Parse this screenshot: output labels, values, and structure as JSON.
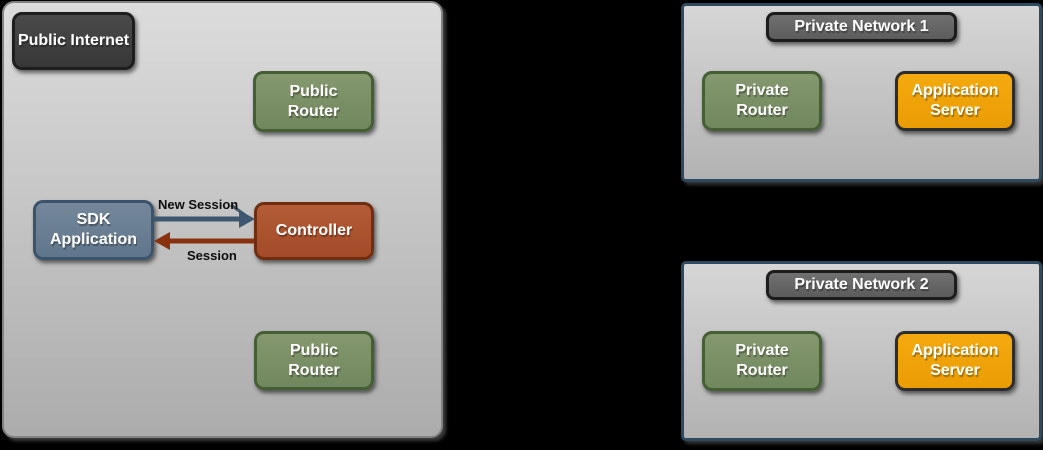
{
  "public_zone": {
    "label": "Public Internet",
    "nodes": {
      "public_router_top": "Public\nRouter",
      "sdk_application": "SDK\nApplication",
      "controller": "Controller",
      "public_router_bottom": "Public\nRouter"
    },
    "arrows": {
      "new_session_label": "New Session",
      "session_label": "Session"
    }
  },
  "private_network_1": {
    "title": "Private Network 1",
    "nodes": {
      "private_router": "Private\nRouter",
      "application_server": "Application\nServer"
    }
  },
  "private_network_2": {
    "title": "Private Network 2",
    "nodes": {
      "private_router": "Private\nRouter",
      "application_server": "Application\nServer"
    }
  },
  "colors": {
    "background": "#000000",
    "public_zone_fill": "#c4c4c4",
    "public_zone_border": "#828282",
    "private_zone_border": "#2d4a61",
    "public_internet_fill": "#3f3f3f",
    "router_green": "#7b9168",
    "sdk_slate": "#6b8095",
    "controller_rust": "#ad5130",
    "app_server_orange": "#f0a30a",
    "title_badge_gray": "#666666",
    "new_session_arrow": "#3d5770",
    "session_arrow": "#8a3110"
  }
}
